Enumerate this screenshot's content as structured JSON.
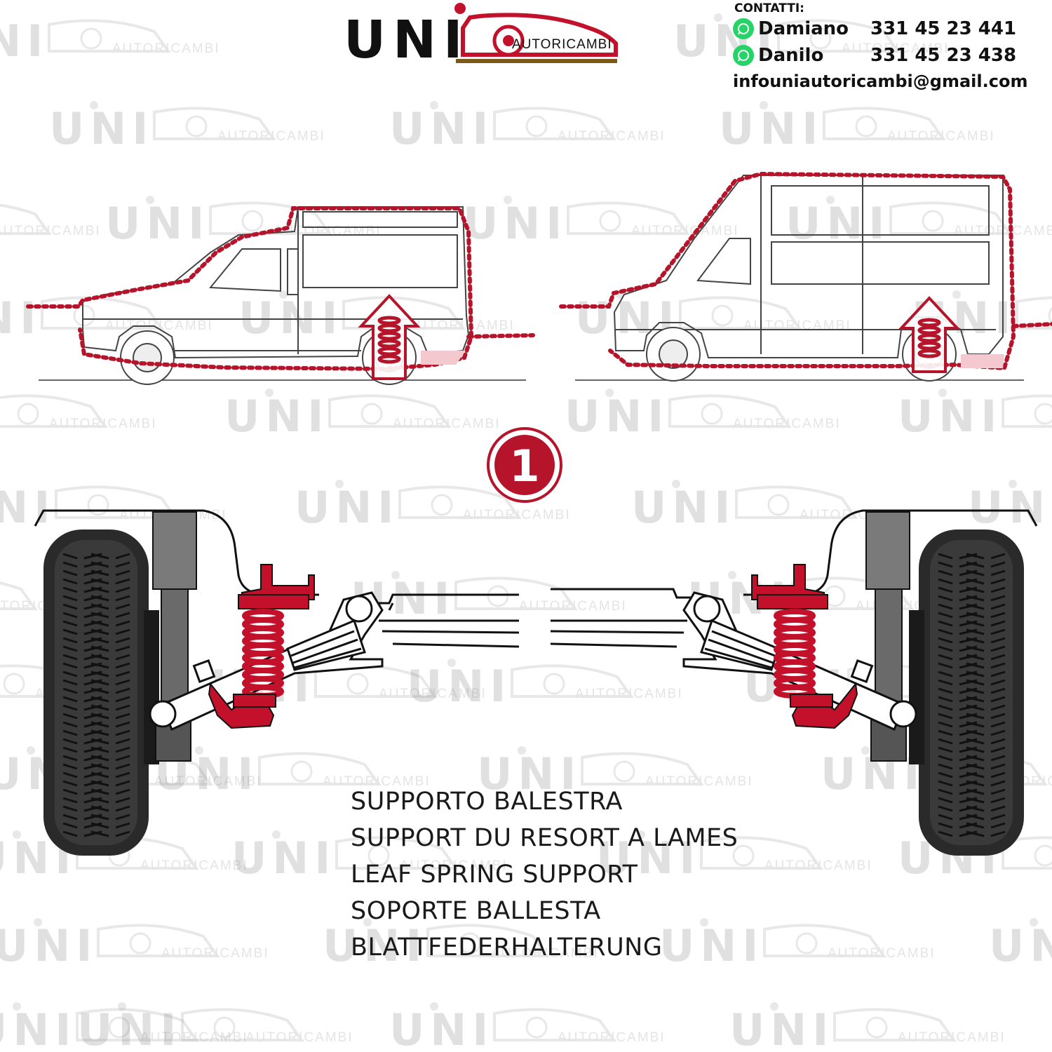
{
  "brand": {
    "name": "UNI",
    "subtitle": "AUTORICAMBI",
    "accent_color": "#b5142a"
  },
  "contacts": {
    "heading": "CONTATTI:",
    "people": [
      {
        "name": "Damiano",
        "phone": "331 45 23 441",
        "icon": "whatsapp-icon"
      },
      {
        "name": "Danilo",
        "phone": "331 45 23 438",
        "icon": "whatsapp-icon"
      }
    ],
    "email": "infouniautoricambi@gmail.com"
  },
  "diagram": {
    "step_number": "1",
    "caption_lines": [
      "SUPPORTO BALESTRA",
      "SUPPORT DU RESORT A LAMES",
      "LEAF SPRING SUPPORT",
      "SOPORTE BALLESTA",
      "BLATTFEDERHALTERUNG"
    ],
    "highlight_color": "#b5142a"
  },
  "watermark": {
    "text": "UNI",
    "subtext": "AUTORICAMBI"
  }
}
